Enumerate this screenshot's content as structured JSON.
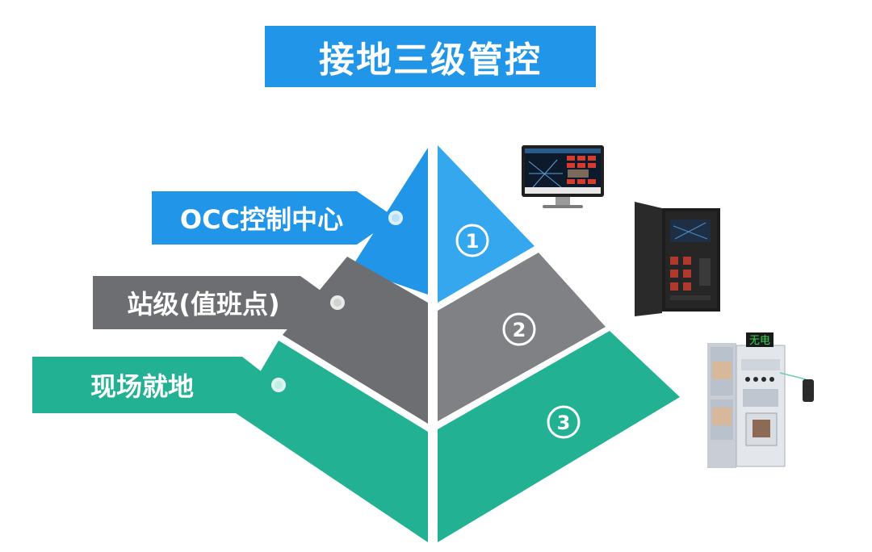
{
  "title": "接地三级管控",
  "levels": [
    {
      "label": "OCC控制中心",
      "number": "1",
      "color": "#2196e8",
      "color_dark": "#1b84d4"
    },
    {
      "label": "站级(值班点)",
      "number": "2",
      "color": "#6d6e71",
      "color_dark": "#58595c"
    },
    {
      "label": "现场就地",
      "number": "3",
      "color": "#22b193",
      "color_dark": "#1a9b80"
    }
  ],
  "devices": {
    "cabinet_display": "无电"
  }
}
